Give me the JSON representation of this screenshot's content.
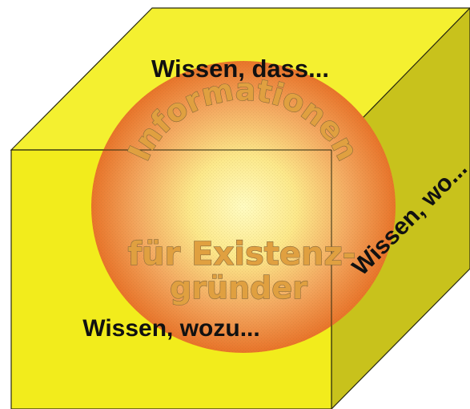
{
  "diagram": {
    "labels": {
      "top": "Wissen, dass...",
      "front": "Wissen, wozu...",
      "side": "Wissen, wo..."
    },
    "sphere": {
      "arc_text": "Informationen",
      "line1": "für Existenz-",
      "line2": "gründer"
    },
    "colors": {
      "top_face": "#f4f030",
      "front_face": "#f2ec1c",
      "side_face": "#c8c21c",
      "edge": "#2a2a10",
      "sphere_center": "#fff9b0",
      "sphere_edge": "#e8742a"
    }
  }
}
